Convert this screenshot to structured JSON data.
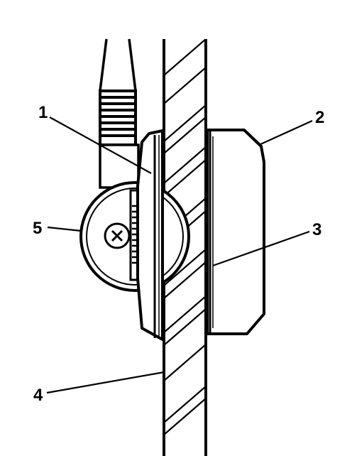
{
  "diagram": {
    "line_color": "#000000",
    "fill_color": "#ffffff",
    "callouts": [
      {
        "id": "1",
        "label": "1"
      },
      {
        "id": "2",
        "label": "2"
      },
      {
        "id": "3",
        "label": "3"
      },
      {
        "id": "4",
        "label": "4"
      },
      {
        "id": "5",
        "label": "5"
      }
    ]
  }
}
